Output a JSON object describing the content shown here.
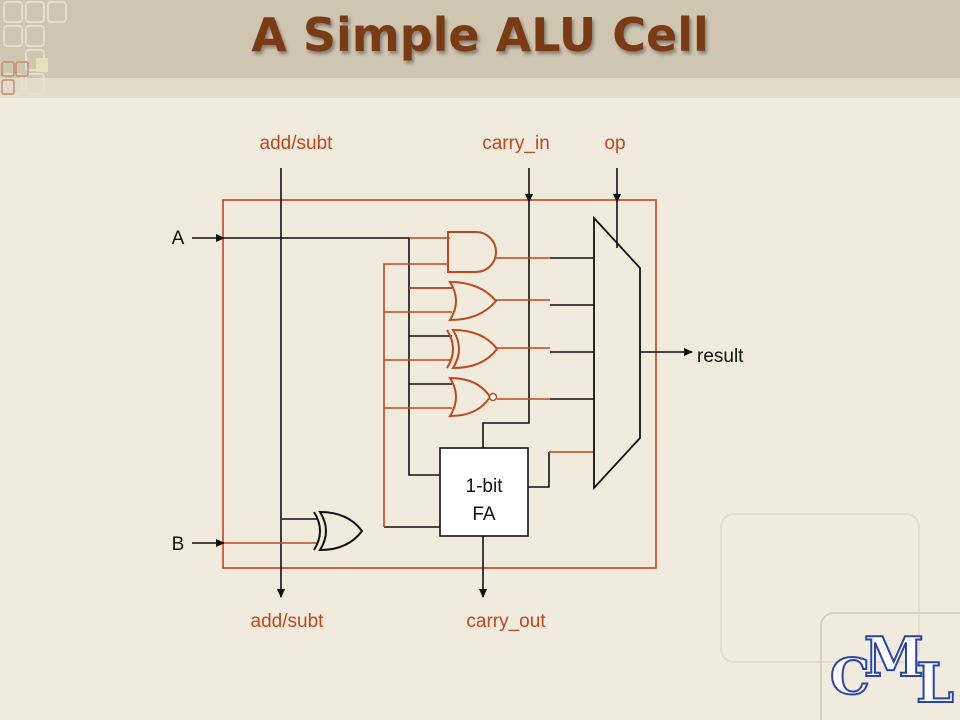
{
  "slide": {
    "title": "A Simple ALU Cell"
  },
  "diagram": {
    "top_labels": {
      "add_subt": "add/subt",
      "carry_in": "carry_in",
      "op": "op"
    },
    "left_labels": {
      "a": "A",
      "b": "B"
    },
    "right_label": "result",
    "bottom_labels": {
      "add_subt": "add/subt",
      "carry_out": "carry_out"
    },
    "adder": {
      "line1": "1-bit",
      "line2": "FA"
    }
  },
  "logo": {
    "c": "C",
    "m": "M",
    "l": "L"
  },
  "colors": {
    "title": "#7a3a14",
    "wire_orange": "#c0471e",
    "wire_black": "#111111",
    "logo_blue": "#2a44a8"
  }
}
